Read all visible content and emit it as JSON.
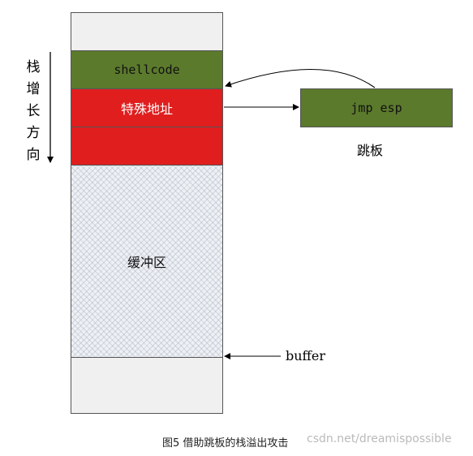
{
  "diagram": {
    "growth_label_chars": [
      "栈",
      "增",
      "长",
      "方",
      "向"
    ],
    "blocks": {
      "shellcode": "shellcode",
      "special_address": "特殊地址",
      "buffer_area": "缓冲区"
    },
    "jmp_box": "jmp esp",
    "jmp_caption": "跳板",
    "buffer_pointer_label": "buffer"
  },
  "caption": "图5 借助跳板的栈溢出攻击",
  "watermark": "csdn.net/dreamispossible",
  "colors": {
    "shellcode": "#5b7a2c",
    "special_address": "#e01e1e",
    "buffer": "#eef0f4",
    "empty": "#f0f0f0"
  }
}
